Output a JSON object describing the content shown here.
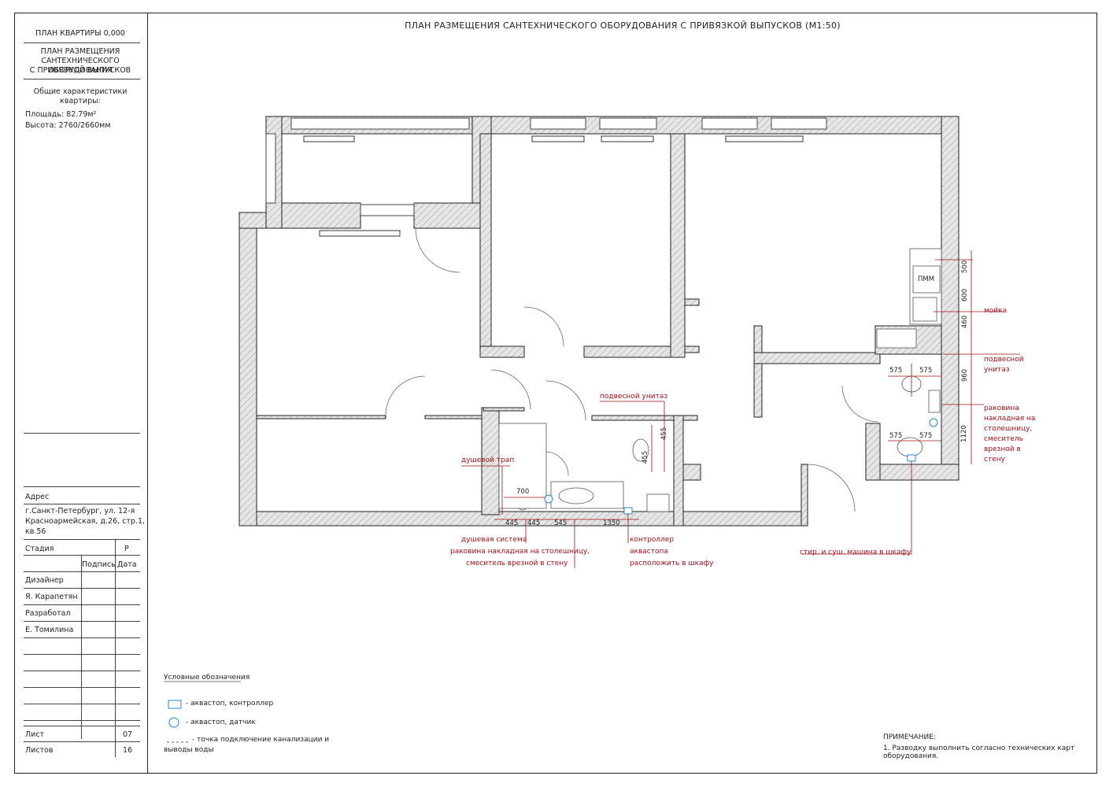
{
  "title": "ПЛАН РАЗМЕЩЕНИЯ САНТЕХНИЧЕСКОГО ОБОРУДОВАНИЯ С ПРИВЯЗКОЙ ВЫПУСКОВ (М1:50)",
  "sidebar": {
    "plan_level": "ПЛАН КВАРТИРЫ 0,000",
    "plan_name_1": "ПЛАН РАЗМЕЩЕНИЯ",
    "plan_name_2": "САНТЕХНИЧЕСКОГО ОБОРУДОВАНИЯ",
    "plan_name_3": "С ПРИВЯЗКОЙ ВЫПУСКОВ",
    "general_1": "Общие характеристики",
    "general_2": "квартиры:",
    "area": "Площадь: 82.79м²",
    "height": "Высота: 2760/2660мм",
    "address_label": "Адрес",
    "address_1": "г.Санкт-Петербург, ул. 12-я",
    "address_2": "Красноармейская, д.26, стр.1,",
    "address_3": "кв.56",
    "stage_label": "Стадия",
    "stage_value": "Р",
    "sign_label": "Подпись",
    "date_label": "Дата",
    "designer_label": "Дизайнер",
    "designer_name": "Я. Карапетян",
    "developer_label": "Разработал",
    "developer_name": "Е. Томилина",
    "sheet_label": "Лист",
    "sheet_value": "07",
    "sheets_label": "Листов",
    "sheets_value": "16"
  },
  "legend": {
    "title": "Условные обозначения",
    "item1": "- аквастоп, контроллер",
    "item2": "- аквастоп, датчик",
    "item3a": "- точка подключение канализации и",
    "item3b": "выводы воды"
  },
  "note": {
    "title": "ПРИМЕЧАНИЕ:",
    "text": "1. Разводку выполнить согласно технических карт оборудования."
  },
  "annotations": {
    "shower_drain": "душевой трап",
    "wall_toilet_bath": "подвесной унитаз",
    "shower_system": "душевая система",
    "sink_1": "раковина накладная на столешницу,",
    "sink_2": "смеситель врезной в стену",
    "controller_1": "контроллер",
    "controller_2": "аквастопа",
    "controller_3": "расположить в шкафу",
    "washer": "стир. и суш. машина в шкафу",
    "kitchen_sink": "мойка",
    "wall_toilet_2a": "подвесной",
    "wall_toilet_2b": "унитаз",
    "sink2_a": "раковина",
    "sink2_b": "накладная на",
    "sink2_c": "столешницу,",
    "sink2_d": "смеситель",
    "sink2_e": "врезной в",
    "sink2_f": "стену",
    "pmm": "ПММ"
  },
  "dimensions": {
    "d700": "700",
    "d445a": "445",
    "d445b": "445",
    "d545": "545",
    "d1350": "1350",
    "d455a": "455",
    "d455b": "455",
    "d500": "500",
    "d600": "600",
    "d460": "460",
    "d960": "960",
    "d1120": "1120",
    "d575a": "575",
    "d575b": "575",
    "d575c": "575",
    "d575d": "575"
  },
  "colors": {
    "wall_fill": "#e6e6e6",
    "line": "#222222",
    "annotation": "#a01018",
    "water": "#2a86c8"
  }
}
